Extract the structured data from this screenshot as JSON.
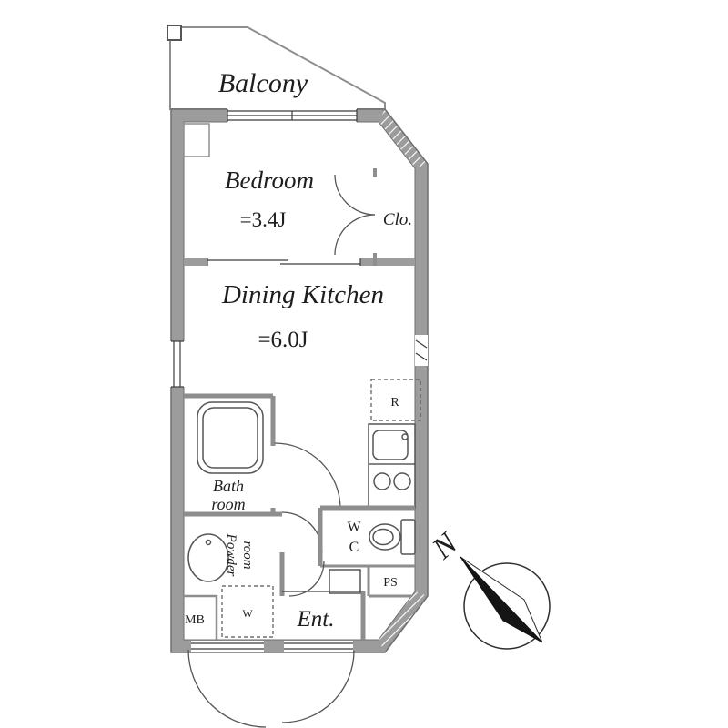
{
  "colors": {
    "wall": "#9c9c9c",
    "wall_edge": "#6e6e6e",
    "line": "#3c3c3c",
    "fixture": "#555555",
    "needle": "#151515",
    "background": "#ffffff"
  },
  "labels": {
    "balcony": "Balcony",
    "bedroom": "Bedroom",
    "bedroom_size": "=3.4J",
    "closet": "Clo.",
    "dining_kitchen": "Dining Kitchen",
    "dining_kitchen_size": "=6.0J",
    "bath_line1": "Bath",
    "bath_line2": "room",
    "powder_line1": "Powder",
    "powder_line2": "room",
    "wc_line1": "W",
    "wc_line2": "C",
    "pipe_space": "PS",
    "entrance": "Ent.",
    "meter_box": "MB",
    "washing_machine": "W",
    "refrigerator": "R",
    "north": "N"
  }
}
